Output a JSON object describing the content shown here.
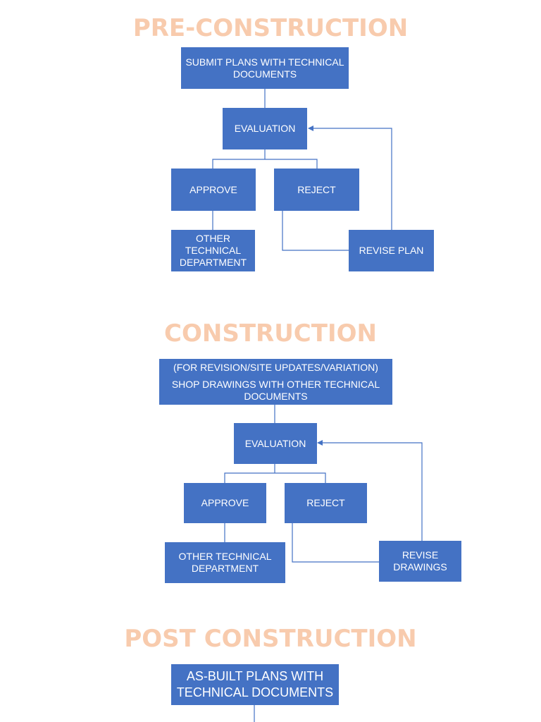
{
  "colors": {
    "box_fill": "#4472c4",
    "box_text": "#ffffff",
    "title": "#f8cbad",
    "connector": "#4472c4"
  },
  "pre_construction": {
    "title": "PRE-CONSTRUCTION",
    "submit_line1": "SUBMIT PLANS WITH TECHNICAL",
    "submit_line2": "DOCUMENTS",
    "evaluation": "EVALUATION",
    "approve": "APPROVE",
    "reject": "REJECT",
    "other_line1": "OTHER",
    "other_line2": "TECHNICAL",
    "other_line3": "DEPARTMENT",
    "revise": "REVISE PLAN"
  },
  "construction": {
    "title": "CONSTRUCTION",
    "shop_line1": "(FOR REVISION/SITE UPDATES/VARIATION)",
    "shop_line2": "SHOP DRAWINGS WITH OTHER TECHNICAL",
    "shop_line3": "DOCUMENTS",
    "evaluation": "EVALUATION",
    "approve": "APPROVE",
    "reject": "REJECT",
    "other_line1": "OTHER TECHNICAL",
    "other_line2": "DEPARTMENT",
    "revise_line1": "REVISE",
    "revise_line2": "DRAWINGS"
  },
  "post_construction": {
    "title": "POST CONSTRUCTION",
    "asbuilt_line1": "AS-BUILT PLANS WITH",
    "asbuilt_line2": "TECHNICAL DOCUMENTS"
  }
}
